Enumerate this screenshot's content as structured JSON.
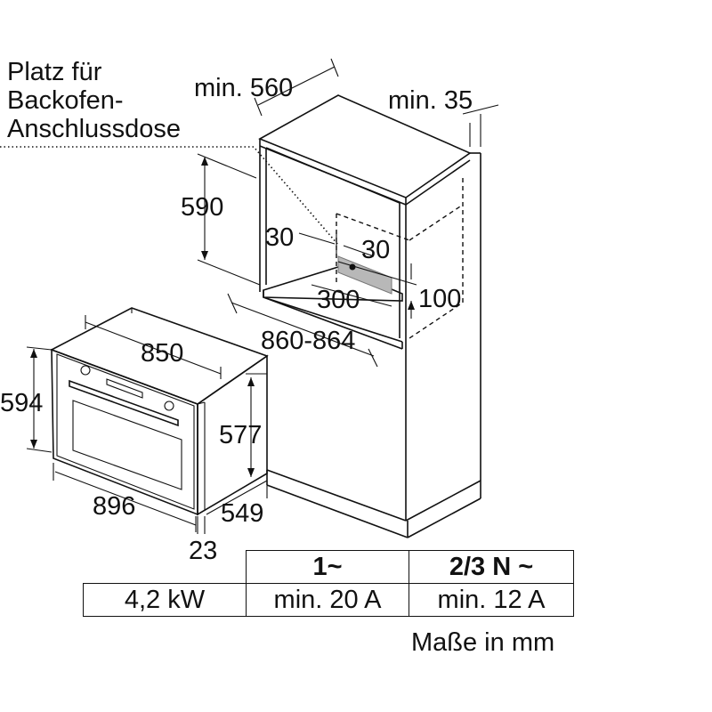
{
  "note": {
    "line1": "Platz für",
    "line2": "Backofen-",
    "line3": "Anschlussdose"
  },
  "dimensions": {
    "niche_width_min": "min. 560",
    "rear_gap_min": "min. 35",
    "niche_height": "590",
    "offset_left": "30",
    "offset_right": "30",
    "socket_width": "300",
    "socket_height": "100",
    "niche_depth": "860-864",
    "oven_depth": "850",
    "oven_height": "594",
    "front_width": "896",
    "body_height": "577",
    "body_width": "549",
    "front_thickness": "23"
  },
  "table": {
    "header_single": "1~",
    "header_three": "2/3 N ~",
    "power": "4,2 kW",
    "fuse_single": "min. 20 A",
    "fuse_three": "min. 12 A"
  },
  "units_note": "Maße in mm"
}
